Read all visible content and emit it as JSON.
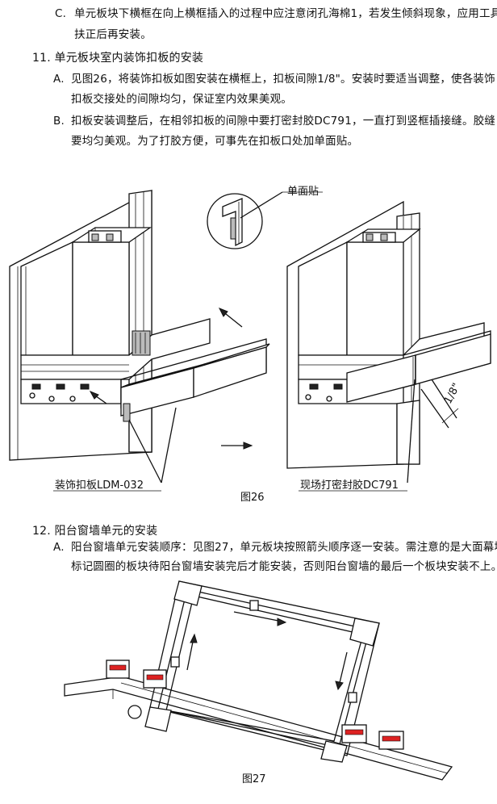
{
  "section_c": {
    "marker": "C.",
    "line1": "单元板块下横框在向上横框插入的过程中应注意闭孔海棉1，若发生倾斜现象，应用工具",
    "line2": "扶正后再安装。"
  },
  "section_11": {
    "heading": "11. 单元板块室内装饰扣板的安装",
    "a_marker": "A.",
    "a_line1": "见图26，将装饰扣板如图安装在横框上，扣板间隙1/8\"。安装时要适当调整，使各装饰",
    "a_line2": "扣板交接处的间隙均匀，保证室内效果美观。",
    "b_marker": "B.",
    "b_line1": "扣板安装调整后，在相邻扣板的间隙中要打密封胶DC791，一直打到竖框插接缝。胶缝",
    "b_line2": "要均匀美观。为了打胶方便，可事先在扣板口处加单面贴。"
  },
  "figure26": {
    "label_tape": "单面贴",
    "label_trim": "装饰扣板LDM-032",
    "label_sealant": "现场打密封胶DC791",
    "label_gap": "1/8\"",
    "caption": "图26"
  },
  "section_12": {
    "heading": "12. 阳台窗墙单元的安装",
    "a_marker": "A.",
    "a_line1": "阳台窗墙单元安装顺序：见图27，单元板块按照箭头顺序逐一安装。需注意的是大面幕墙",
    "a_line2": "标记圆圈的板块待阳台窗墙安装完后才能安装，否则阳台窗墙的最后一个板块安装不上。"
  },
  "figure27": {
    "caption": "图27"
  }
}
